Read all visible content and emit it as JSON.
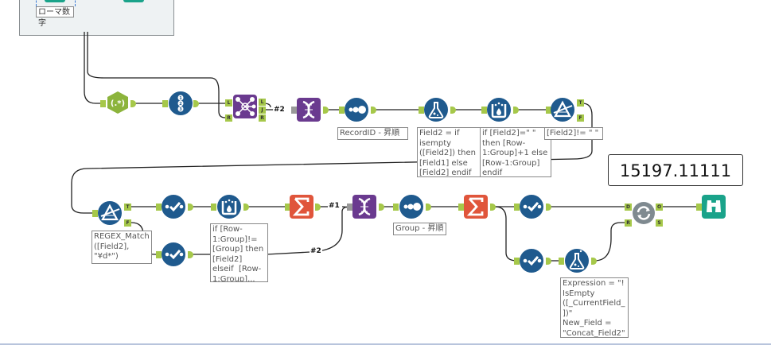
{
  "container": {
    "label": "ローマ数字"
  },
  "tools": [
    {
      "id": "regex",
      "name": "RegEx",
      "icon": "regex-icon",
      "color": "#8cb43c",
      "glyph": "(.*)"
    },
    {
      "id": "recordid1",
      "name": "Record ID",
      "icon": "record-id-icon",
      "color": "#1f5a8e"
    },
    {
      "id": "join",
      "name": "Join",
      "icon": "join-icon",
      "color": "#6a3a8f"
    },
    {
      "id": "union1",
      "name": "Union",
      "icon": "union-icon",
      "color": "#6a3a8f"
    },
    {
      "id": "sort1",
      "name": "Sort",
      "icon": "sort-icon",
      "color": "#1f5a8e"
    },
    {
      "id": "formula1",
      "name": "Formula",
      "icon": "formula-icon",
      "color": "#1f5a8e"
    },
    {
      "id": "multirow1",
      "name": "Multi-Row Formula",
      "icon": "multi-row-formula-icon",
      "color": "#1f5a8e"
    },
    {
      "id": "filter1",
      "name": "Filter",
      "icon": "filter-icon",
      "color": "#1f5a8e"
    },
    {
      "id": "filter2",
      "name": "Filter",
      "icon": "filter-icon",
      "color": "#1f5a8e"
    },
    {
      "id": "select1",
      "name": "Select",
      "icon": "select-icon",
      "color": "#1f5a8e"
    },
    {
      "id": "select2",
      "name": "Select",
      "icon": "select-icon",
      "color": "#1f5a8e"
    },
    {
      "id": "multirow2",
      "name": "Multi-Row Formula",
      "icon": "multi-row-formula-icon",
      "color": "#1f5a8e"
    },
    {
      "id": "summarize1",
      "name": "Summarize",
      "icon": "summarize-icon",
      "color": "#e0553b",
      "glyph": "Σ"
    },
    {
      "id": "union2",
      "name": "Union",
      "icon": "union-icon",
      "color": "#6a3a8f"
    },
    {
      "id": "sort2",
      "name": "Sort",
      "icon": "sort-icon",
      "color": "#1f5a8e"
    },
    {
      "id": "summarize2",
      "name": "Summarize",
      "icon": "summarize-icon",
      "color": "#e0553b",
      "glyph": "Σ"
    },
    {
      "id": "select3",
      "name": "Select",
      "icon": "select-icon",
      "color": "#1f5a8e"
    },
    {
      "id": "select4",
      "name": "Select",
      "icon": "select-icon",
      "color": "#1f5a8e"
    },
    {
      "id": "multifield",
      "name": "Multi-Field Formula",
      "icon": "multi-field-formula-icon",
      "color": "#1f5a8e"
    },
    {
      "id": "macro",
      "name": "Macro",
      "icon": "macro-icon",
      "color": "#7f8a90"
    },
    {
      "id": "browse",
      "name": "Browse",
      "icon": "browse-icon",
      "color": "#1aa38a"
    }
  ],
  "notes": {
    "sort1": "RecordID - 昇順",
    "formula1": "Field2 = if\nisempty\n([Field2]) then\n[Field1] else\n[Field2] endif",
    "multirow1": "if [Field2]=\" \"\nthen [Row-\n1:Group]+1 else\n[Row-1:Group]\nendif",
    "filter1": "[Field2]!= \" \"",
    "filter2": "REGEX_Match\n([Field2],\n\"¥d*\")",
    "multirow2": "if [Row-\n1:Group]!=\n[Group] then\n[Field2]\nelseif  [Row-\n1:Group]...",
    "sort2": "Group - 昇順",
    "multifield": "Expression = \"!\nIsEmpty\n([_CurrentField_\n])\"\nNew_Field =\n\"Concat_Field2\""
  },
  "anchors": {
    "join_left": "L",
    "join_right": "R",
    "join_out_left": "L",
    "join_out_join": "J",
    "join_out_right": "R",
    "filter_true": "T",
    "filter_false": "F",
    "macro_in1": "D",
    "macro_in2": "R",
    "macro_out1": "O",
    "macro_out2": "S"
  },
  "wire_labels": {
    "join_to_union": "#2",
    "sum_to_union": "#1",
    "multirow_to_union": "#2"
  },
  "browse_result": "15197.11111"
}
